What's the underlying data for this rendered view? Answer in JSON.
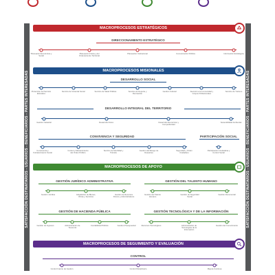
{
  "colors": {
    "red": "#c0282d",
    "blue": "#1d4f8a",
    "green": "#3f8a32",
    "purple": "#5b2d8b",
    "gray": "#555759"
  },
  "top_items": [
    {
      "icon": "recycle-icon",
      "color": "#c0282d",
      "text": ""
    },
    {
      "icon": "people-icon",
      "color": "#1d4f8a",
      "text": ""
    },
    {
      "icon": "leaf-icon",
      "color": "#3f8a32",
      "text": ""
    },
    {
      "icon": "gear-icon",
      "color": "#5b2d8b",
      "text": ""
    }
  ],
  "side_label": "SATISFACCIÓN DESTINATARIOS - USUARIOS - BENEFICIARIOS - PARTES INTERESADAS",
  "sections": {
    "estrategicos": {
      "title": "MACROPROCESOS ESTRATÉGICOS",
      "subheading": "DIRECCIONAMIENTO ESTRATÉGICO",
      "items": [
        "Planeación Económica y Social",
        "Planeación Física y del Ordenamiento Territorial",
        "Planeación Institucional",
        "Comunicación Pública",
        "Información Estratégica"
      ]
    },
    "misionales": {
      "title": "MACROPROCESOS MISIONALES",
      "desarrollo_social": {
        "heading": "DESARROLLO SOCIAL",
        "items": [
          "Protección del Servicio Educativo",
          "Servicio de Vivienda Social",
          "Servicio de Salud Pública",
          "Servicio de Deporte y Recreación",
          "Gestión Cultural",
          "Atención a la Comunidad y Grupos Poblacionales",
          "Servicio de Turismo"
        ]
      },
      "territorio": {
        "heading": "DESARROLLO INTEGRAL DEL TERRITORIO",
        "items": [
          "Gestión Catastral",
          "Desarrollo Físico",
          "Desarrollo Económico y Competitividad",
          "Sostenibilidad Ambiental"
        ]
      },
      "convivencia": {
        "heading": "CONVIVENCIA Y SEGURIDAD",
        "items": [
          "Convivencia y Fortalecimiento Social",
          "Control y Mantenimiento del Orden Público",
          "Servicio de Movilidad y Tránsito",
          "Gestión del Riesgo de Desastres",
          "Seguridad y Orden Ciudadano"
        ]
      },
      "participacion": {
        "heading": "PARTICIPACIÓN SOCIAL",
        "items": [
          "Participación Ciudadana y Control Social"
        ]
      }
    },
    "apoyo": {
      "title": "MACROPROCESOS DE APOYO",
      "juridica": {
        "heading": "GESTIÓN JURÍDICO ADMINISTRATIVA",
        "items": [
          "Gestión Jurídica",
          "Adquisición de Bienes, Obras y Servicios",
          "Gestión de Recursos Físicos y Administrativos"
        ]
      },
      "talento": {
        "heading": "GESTIÓN DEL TALENTO HUMANO",
        "items": [
          "Gestión del Talento Humano",
          "Gestión de Seguridad Social",
          "Gestión Documental"
        ]
      },
      "hacienda": {
        "heading": "GESTIÓN DE HACIENDA PÚBLICA",
        "items": [
          "Gestión de Ingresos",
          "Administración de Tesorería",
          "Contabilidad Pública",
          "Gestión Presupuestal"
        ]
      },
      "tecnologica": {
        "heading": "GESTIÓN TECNOLÓGICA Y DE LA INFORMACIÓN",
        "items": [
          "Recursos Tecnológicos",
          "Administración de Tecnologías de la Información",
          "Gestión del Conocimiento"
        ]
      }
    },
    "seguimiento": {
      "title": "MACROPROCESOS DE SEGUIMIENTO Y EVALUACIÓN",
      "control": {
        "heading": "CONTROL",
        "items": [
          "Control Interno de Gestión",
          "Control Disciplinario",
          "Mejora Continua"
        ]
      }
    }
  }
}
